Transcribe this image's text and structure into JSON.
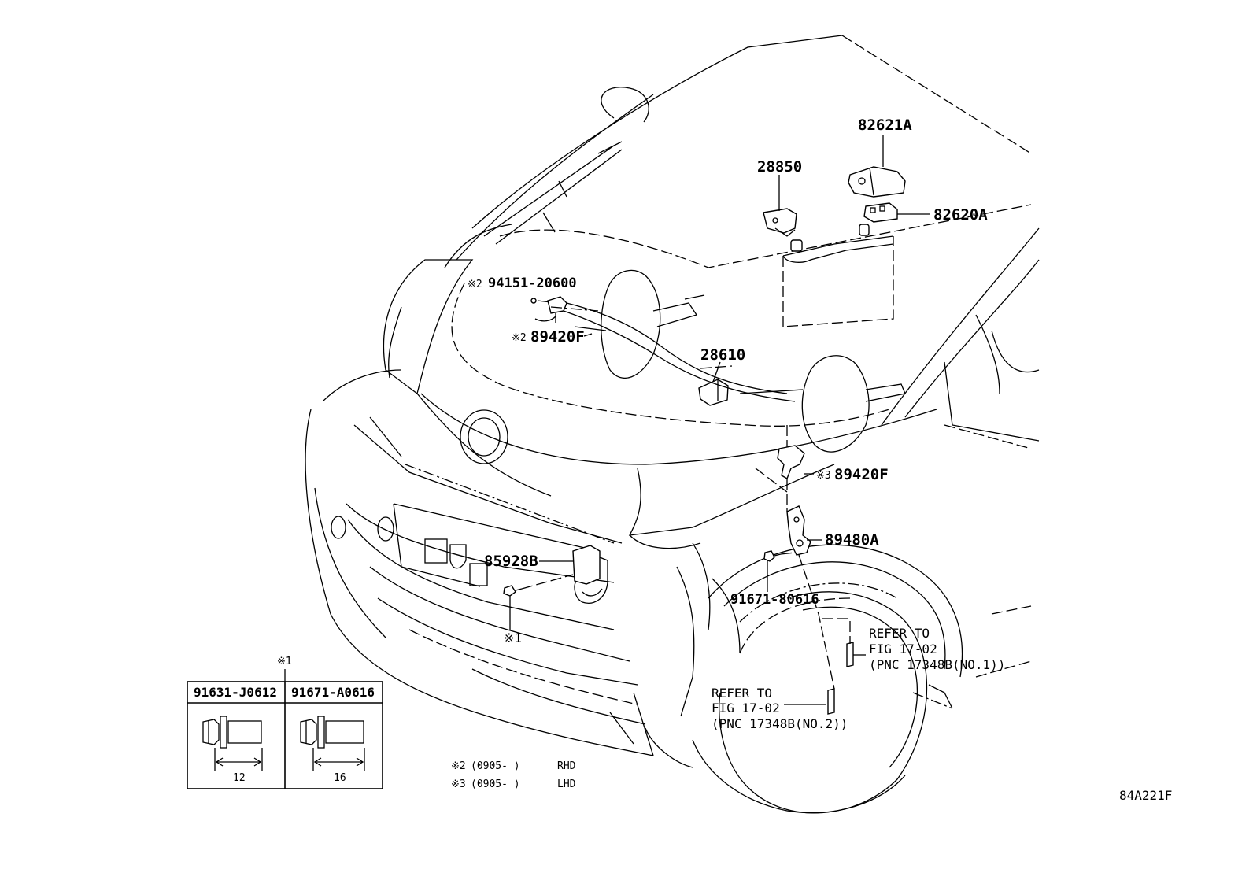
{
  "callouts": {
    "p82621A": "82621A",
    "p28850": "28850",
    "p82620A": "82620A",
    "p94151": "94151-20600",
    "p94151_mark": "※2",
    "p89420F_top": "89420F",
    "p89420F_top_mark": "※2",
    "p28610": "28610",
    "p89420F_bottom": "89420F",
    "p89420F_bottom_mark": "※3",
    "p89480A": "89480A",
    "p85928B": "85928B",
    "p91671": "91671-80616",
    "p_note1": "※1"
  },
  "refer_right": {
    "line1": "REFER TO",
    "line2": "FIG 17-02",
    "line3": "(PNC 17348B(NO.1))"
  },
  "refer_bottom": {
    "line1": "REFER TO",
    "line2": "FIG 17-02",
    "line3": "(PNC 17348B(NO.2))"
  },
  "bolt_table": {
    "header_mark": "※1",
    "col1_part": "91631-J0612",
    "col1_length": "12",
    "col2_part": "91671-A0616",
    "col2_length": "16"
  },
  "notes": {
    "note2_mark": "※2",
    "note2_range": "(0905-      )",
    "note2_side": "RHD",
    "note3_mark": "※3",
    "note3_range": "(0905-      )",
    "note3_side": "LHD"
  },
  "figure_id": "84A221F"
}
